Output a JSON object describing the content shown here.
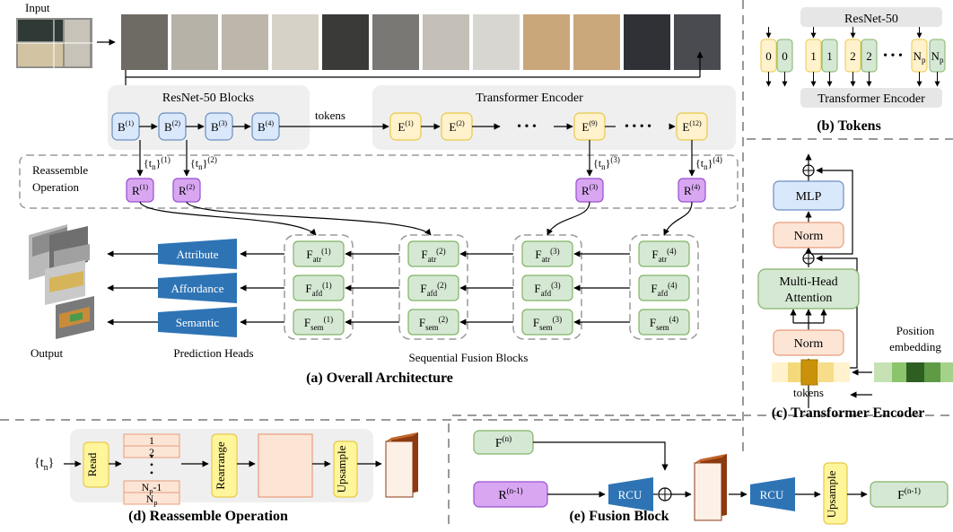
{
  "overall": {
    "input_label": "Input",
    "resnet_group_label": "ResNet-50 Blocks",
    "resnet_blocks": [
      {
        "base": "B",
        "sup": "(1)"
      },
      {
        "base": "B",
        "sup": "(2)"
      },
      {
        "base": "B",
        "sup": "(3)"
      },
      {
        "base": "B",
        "sup": "(4)"
      }
    ],
    "tokens_label": "tokens",
    "transformer_group_label": "Transformer Encoder",
    "encoder_blocks": [
      {
        "base": "E",
        "sup": "(1)"
      },
      {
        "base": "E",
        "sup": "(2)"
      },
      {
        "base": "E",
        "sup": "(9)"
      },
      {
        "base": "E",
        "sup": "(12)"
      }
    ],
    "ellipsis": "• • •",
    "ellipsis_long": "• • • •",
    "reassemble_label_1": "Reassemble",
    "reassemble_label_2": "Operation",
    "token_sets": [
      {
        "text": "{t",
        "sub": "n",
        "close": "}",
        "sup": "(1)"
      },
      {
        "text": "{t",
        "sub": "n",
        "close": "}",
        "sup": "(2)"
      },
      {
        "text": "{t",
        "sub": "n",
        "close": "}",
        "sup": "(3)"
      },
      {
        "text": "{t",
        "sub": "n",
        "close": "}",
        "sup": "(4)"
      }
    ],
    "reassemble_blocks": [
      {
        "base": "R",
        "sup": "(1)"
      },
      {
        "base": "R",
        "sup": "(2)"
      },
      {
        "base": "R",
        "sup": "(3)"
      },
      {
        "base": "R",
        "sup": "(4)"
      }
    ],
    "fusion_columns": [
      {
        "atr": "(1)",
        "afd": "(1)",
        "sem": "(1)"
      },
      {
        "atr": "(2)",
        "afd": "(2)",
        "sem": "(2)"
      },
      {
        "atr": "(3)",
        "afd": "(3)",
        "sem": "(3)"
      },
      {
        "atr": "(4)",
        "afd": "(4)",
        "sem": "(4)"
      }
    ],
    "fusion_base": "F",
    "fusion_subs": {
      "atr": "atr",
      "afd": "afd",
      "sem": "sem"
    },
    "heads": [
      "Attribute",
      "Affordance",
      "Semantic"
    ],
    "output_label": "Output",
    "prediction_heads_label": "Prediction Heads",
    "fusion_blocks_label": "Sequential Fusion Blocks",
    "caption": "(a) Overall Architecture"
  },
  "tokens_panel": {
    "resnet_label": "ResNet-50",
    "tokens": [
      "0",
      "0",
      "1",
      "1",
      "2",
      "2",
      "N",
      "N"
    ],
    "token_sub": "p",
    "dots": "• • •",
    "transformer_label": "Transformer Encoder",
    "caption": "(b) Tokens"
  },
  "encoder_panel": {
    "mlp_label": "MLP",
    "norm_label": "Norm",
    "mha_line1": "Multi-Head",
    "mha_line2": "Attention",
    "norm_bottom_label": "Norm",
    "position_label_1": "Position",
    "position_label_2": "embedding",
    "tokens_label": "tokens",
    "plus": "+",
    "caption": "(c) Transformer Encoder"
  },
  "reassemble_panel": {
    "input": {
      "text": "{t",
      "sub": "n",
      "close": "}"
    },
    "read_label": "Read",
    "stack_items": [
      "1",
      "2",
      "N"
    ],
    "stack_item_3_suffix": "-1",
    "stack_item_4_base": "N",
    "stack_sub": "p",
    "rearrange_label": "Rearrange",
    "upsample_label": "Upsample",
    "caption": "(d) Reassemble Operation"
  },
  "fusion_panel": {
    "f_in": {
      "base": "F",
      "sup": "(n)"
    },
    "r_in": {
      "base": "R",
      "sup": "(n-1)"
    },
    "rcu_label": "RCU",
    "rcu2_label": "RCU",
    "upsample_label": "Upsample",
    "f_out": {
      "base": "F",
      "sup": "(n-1)"
    },
    "caption": "(e) Fusion Block"
  },
  "colors": {
    "blue_fill": "#dae8fc",
    "blue_stroke": "#6c8ebf",
    "yellow_fill": "#fff2cc",
    "yellow_stroke": "#e8c94a",
    "purple_fill": "#d9a7f2",
    "purple_stroke": "#9a4fd0",
    "green_fill": "#d5e8d4",
    "green_stroke": "#82b366",
    "salmon_fill": "#fde5d6",
    "salmon_stroke": "#e89c7c",
    "head_blue": "#2e74b5",
    "group_gray": "#efefef",
    "dash_gray": "#9a9a9a"
  }
}
